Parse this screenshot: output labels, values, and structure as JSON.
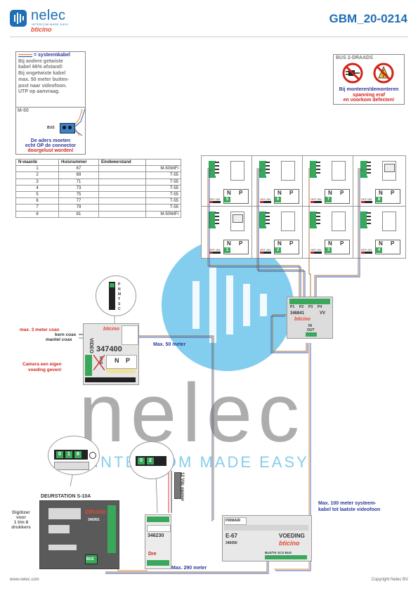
{
  "header": {
    "brand": "nelec",
    "brand_tagline": "INTERCOM MADE EASY",
    "brand_bticino": "bticino",
    "doc_code": "GBM_20-0214"
  },
  "cable_note": {
    "legend": "= systeemkabel",
    "lines": [
      "Bij andere getwiste",
      "kabel 66% afstand!",
      "Bij ongetwiste kabel",
      "max. 50 meter buiten-",
      "post naar videofoon.",
      "UTP op aanvraag."
    ]
  },
  "m50_note": {
    "title": "M-50",
    "bus_label": "BUS",
    "lines": [
      "De aders moeten",
      "echt OP de connector",
      "doorgelust worden!"
    ]
  },
  "warning": {
    "title": "BUS 2-DRAADS",
    "lines": [
      "Bij monteren/demonteren",
      "spanning eraf",
      "en voorkom defecten!"
    ]
  },
  "table": {
    "headers": [
      "N-waarde",
      "Huisnummer",
      "Eindweerstand",
      ""
    ],
    "rows": [
      [
        "1",
        "67",
        "",
        "M-50WiFi"
      ],
      [
        "2",
        "69",
        "",
        "T-55"
      ],
      [
        "3",
        "71",
        "",
        "T-55"
      ],
      [
        "4",
        "73",
        "",
        "T-55"
      ],
      [
        "5",
        "75",
        "",
        "T-55"
      ],
      [
        "6",
        "77",
        "",
        "T-55"
      ],
      [
        "7",
        "79",
        "",
        "T-55"
      ],
      [
        "8",
        "81",
        "",
        "M-50WiFi"
      ]
    ]
  },
  "phones": {
    "top_numbers": [
      "5",
      "6",
      "7",
      "8"
    ],
    "bottom_numbers": [
      "1",
      "2",
      "3",
      "4"
    ],
    "n_label": "N",
    "p_label": "P",
    "switch_label": "OFF ON"
  },
  "distributor": {
    "ports": [
      "P1",
      "P2",
      "P3",
      "P4"
    ],
    "model": "346841",
    "vv": "VV",
    "in_label": "IN",
    "out_label": "OUT",
    "brand": "bticino"
  },
  "module_347400": {
    "model": "347400",
    "video_label": "VIDEO",
    "mvr_label": "MVR",
    "brand": "bticino",
    "n_label": "N",
    "p_label": "P",
    "labels_left": [
      "max. 3 meter coax",
      "kern coax",
      "mantel coax"
    ],
    "camera_note": [
      "Camera een eigen",
      "voeding geven!"
    ],
    "max_label": "Max. 50 meter",
    "zoom_labels": [
      "P",
      "N",
      "M",
      "T",
      "S",
      "C"
    ]
  },
  "deurstation": {
    "title": "DEURSTATION S-10A",
    "model": "346991",
    "brand": "bticino",
    "side_note": [
      "Digitizer",
      "voor",
      "1 t/m 8",
      "drukkers"
    ],
    "zoom_digits": [
      "0",
      "1",
      "8"
    ],
    "bus_tag": "BUS"
  },
  "module_346230": {
    "model": "346230",
    "dre": "Dre",
    "opener": "12 Vdc opener",
    "zoom_digits": [
      "0",
      "2"
    ]
  },
  "voeding": {
    "primair": "PRIMAIR",
    "e67": "E-67",
    "voeding": "VOEDING",
    "model": "346050",
    "brand": "bticino",
    "terminals": "BUS/TK SCS BUS",
    "max_label": "Max. 100 meter systeem-\nkabel tot laatste videofoon"
  },
  "bottom_max": "Max. 290 meter",
  "watermark": {
    "main": "nelec",
    "sub": "INTERCOM MADE EASY"
  },
  "footer": {
    "left": "www.nelec.com",
    "right": "Copyright Nelec BV"
  },
  "colors": {
    "brand_blue": "#1e6fb5",
    "bticino_red": "#e2492f",
    "terminal_green": "#3aa85a",
    "wire_brown": "#9a6a3a",
    "wire_blue": "#3c5bb0",
    "wire_orange": "#e08a3c"
  }
}
